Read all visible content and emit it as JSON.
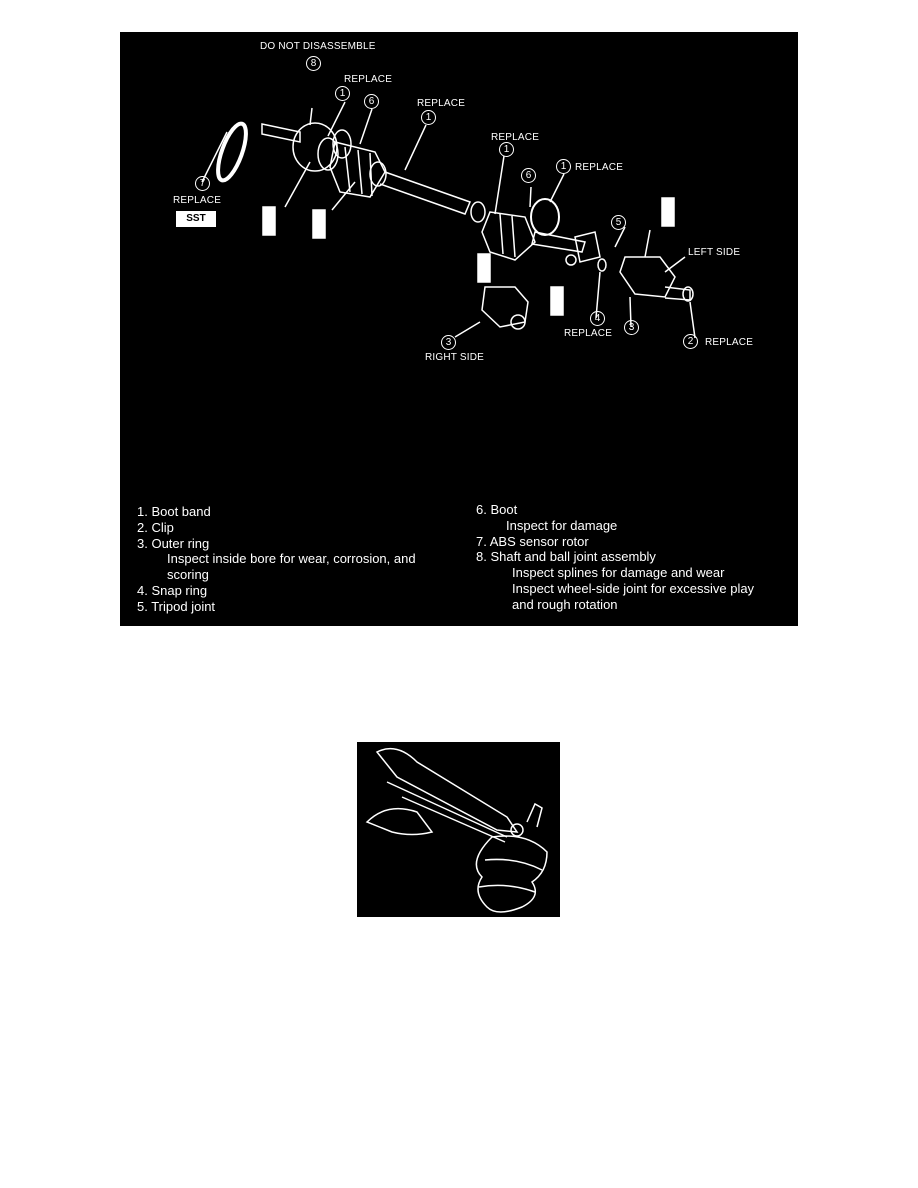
{
  "diagram": {
    "callouts": {
      "do_not_disassemble": "DO NOT DISASSEMBLE",
      "replace": "REPLACE",
      "sst": "SST",
      "left_side": "LEFT SIDE",
      "right_side": "RIGHT SIDE",
      "n1": "1",
      "n2": "2",
      "n3": "3",
      "n4": "4",
      "n5": "5",
      "n6": "6",
      "n7": "7",
      "n8": "8"
    },
    "legend": {
      "left": [
        "1. Boot band",
        "2. Clip",
        "3. Outer ring",
        "Inspect inside bore for wear, corrosion, and",
        "scoring",
        "4. Snap ring",
        "5. Tripod joint"
      ],
      "right": [
        "6. Boot",
        "Inspect for damage",
        "7. ABS sensor rotor",
        "8. Shaft and ball joint assembly",
        "Inspect splines for damage and wear",
        "Inspect wheel-side joint for excessive play",
        "and rough rotation"
      ]
    }
  },
  "colors": {
    "figure_background": "#000000",
    "line_art": "#ffffff"
  }
}
